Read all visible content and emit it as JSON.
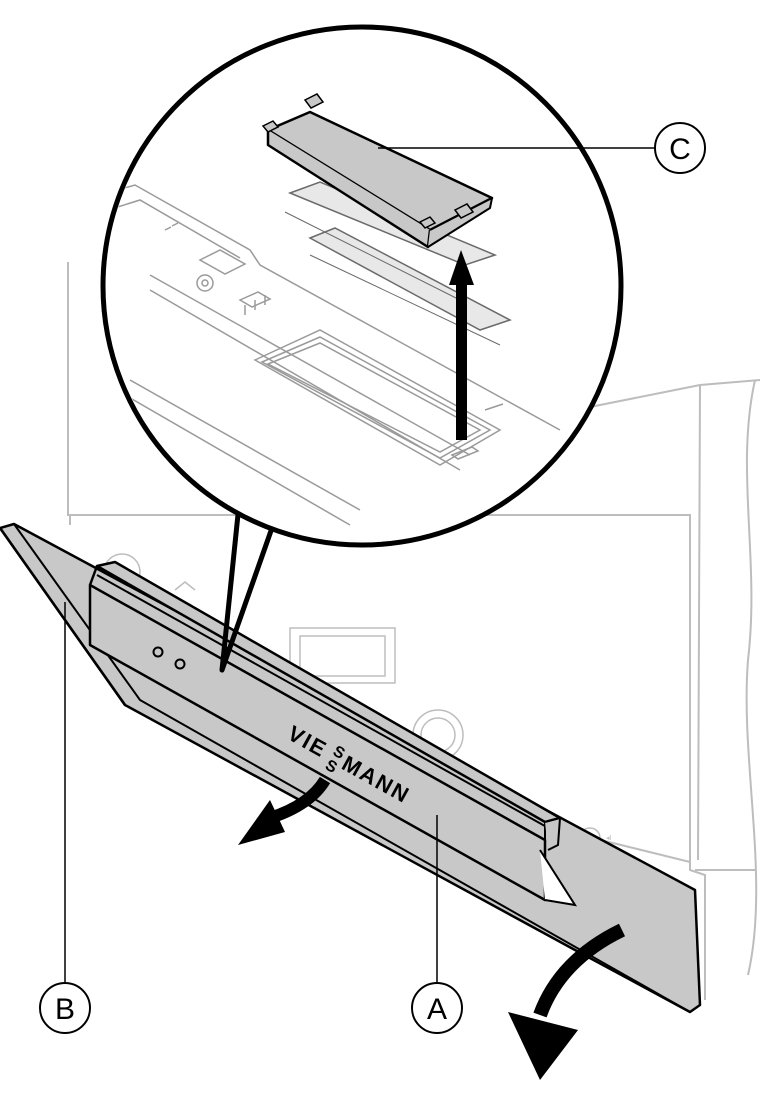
{
  "diagram": {
    "labels": {
      "a": "A",
      "b": "B",
      "c": "C"
    },
    "brand": {
      "part1": "VIE",
      "s_top": "S",
      "s_bottom": "S",
      "part2": "MANN"
    },
    "colors": {
      "panel_gray": "#c8c8c8",
      "housing_line": "#bdbdbd",
      "ink": "#000000"
    }
  }
}
